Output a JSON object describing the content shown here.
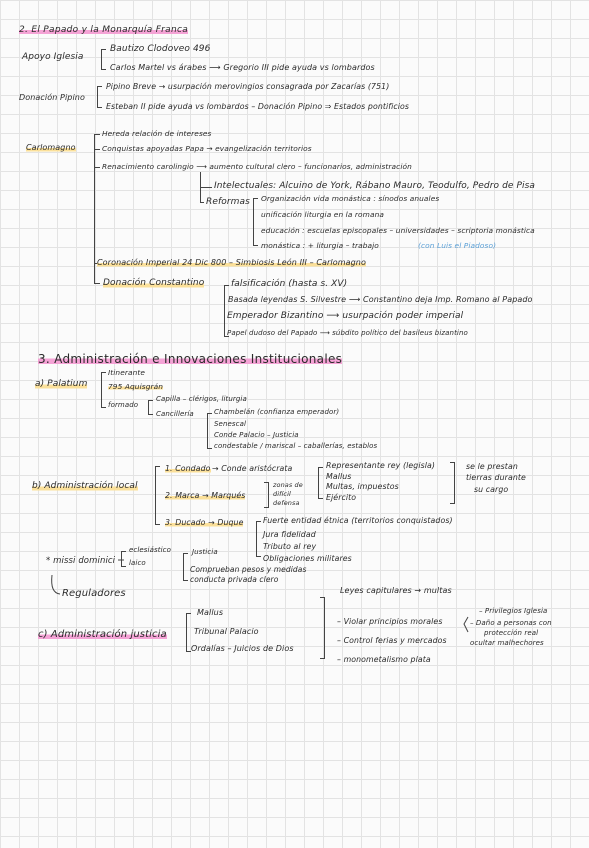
{
  "s2": {
    "title": "2. El Papado y la Monarquía Franca",
    "apoyo": "Apoyo Iglesia",
    "bautizo": "Bautizo Clodoveo 496",
    "carlos": "Carlos Martel vs árabes ⟶ Gregorio III pide ayuda vs lombardos",
    "donacion": "Donación Pipino",
    "pipino": "Pipino Breve → usurpación merovingios consagrada por Zacarías (751)",
    "esteban": "Esteban II pide ayuda vs lombardos – Donación Pipino ⇒ Estados pontificios",
    "carlomagno": "Carlomagno",
    "hereda": "Hereda relación de intereses",
    "conquistas": "Conquistas apoyadas Papa → evangelización territorios",
    "renacimiento": "Renacimiento carolingio ⟶ aumento cultural clero – funcionarios, administración",
    "intelectuales": "Intelectuales: Alcuino de York, Rábano Mauro, Teodulfo, Pedro de Pisa",
    "reformas": "Reformas",
    "organizacion": "Organización vida monástica : sínodos anuales",
    "unificacion": "unificación liturgia en la romana",
    "educacion": "educación : escuelas episcopales – universidades – scriptoria monástica",
    "monastica": "monástica : + liturgia  – trabajo",
    "luis": "(con Luis el Piadoso)",
    "coronacion": "Coronación Imperial 24 Dic 800 – Simbiosis León III – Carlomagno",
    "constantino": "Donación Constantino",
    "falsificacion": "falsificación (hasta s. XV)",
    "basada": "Basada leyendas S. Silvestre ⟶ Constantino deja Imp. Romano al Papado",
    "emperador": "Emperador Bizantino ⟶ usurpación poder imperial",
    "papel": "Papel dudoso del Papado ⟶ súbdito político del basileus bizantino"
  },
  "s3": {
    "title": "3. Administración e Innovaciones Institucionales",
    "a": "a) Palatium",
    "itinerante": "Itinerante",
    "aquisgran": "795 Aquisgrán",
    "formado": "formado",
    "capilla": "Capilla – clérigos, liturgia",
    "cancilleria": "Cancillería",
    "chambelan": "Chambelán (confianza emperador)",
    "senescal": "Senescal",
    "conde_palacio": "Conde Palacio – Justicia",
    "condestable": "condestable / mariscal – caballerías, establos",
    "b": "b) Administración local",
    "condado": "1. Condado",
    "conde_aristo": "→ Conde aristócrata",
    "representante": "Representante rey (legisla)",
    "mallus": "Mallus",
    "multas": "Multas, impuestos",
    "ejercito": "Ejército",
    "se_le": "se le prestan",
    "tierras": "tierras durante",
    "su_cargo": "su cargo",
    "marca": "2. Marca → Marqués",
    "zonas1": "zonas de",
    "zonas2": "difícil",
    "zonas3": "defensa",
    "ducado": "3. Ducado → Duque",
    "fuerte": "Fuerte entidad étnica (territorios conquistados)",
    "jura": "Jura fidelidad",
    "tributo": "Tributo al rey",
    "obligaciones": "Obligaciones militares",
    "missi": "* missi dominici",
    "eclesiastico": "eclesiástico",
    "laico": "laico",
    "justicia": "Justicia",
    "comprueban": "Comprueban pesos y medidas",
    "conducta": "conducta privada clero",
    "reguladores": "Reguladores",
    "c": "c) Administración justicia",
    "c_mallus": "Mallus",
    "tribunal": "Tribunal Palacio",
    "ordalias": "Ordalías – Juicios de Dios",
    "leyes": "Leyes capitulares → multas",
    "violar": "– Violar principios morales",
    "privilegios": "– Privilegios Iglesia",
    "dano1": "– Daño a personas con",
    "dano2": "protección real",
    "control": "– Control ferias y mercados",
    "ocultar": "ocultar malhechores",
    "monometalismo": "– monometalismo plata"
  }
}
